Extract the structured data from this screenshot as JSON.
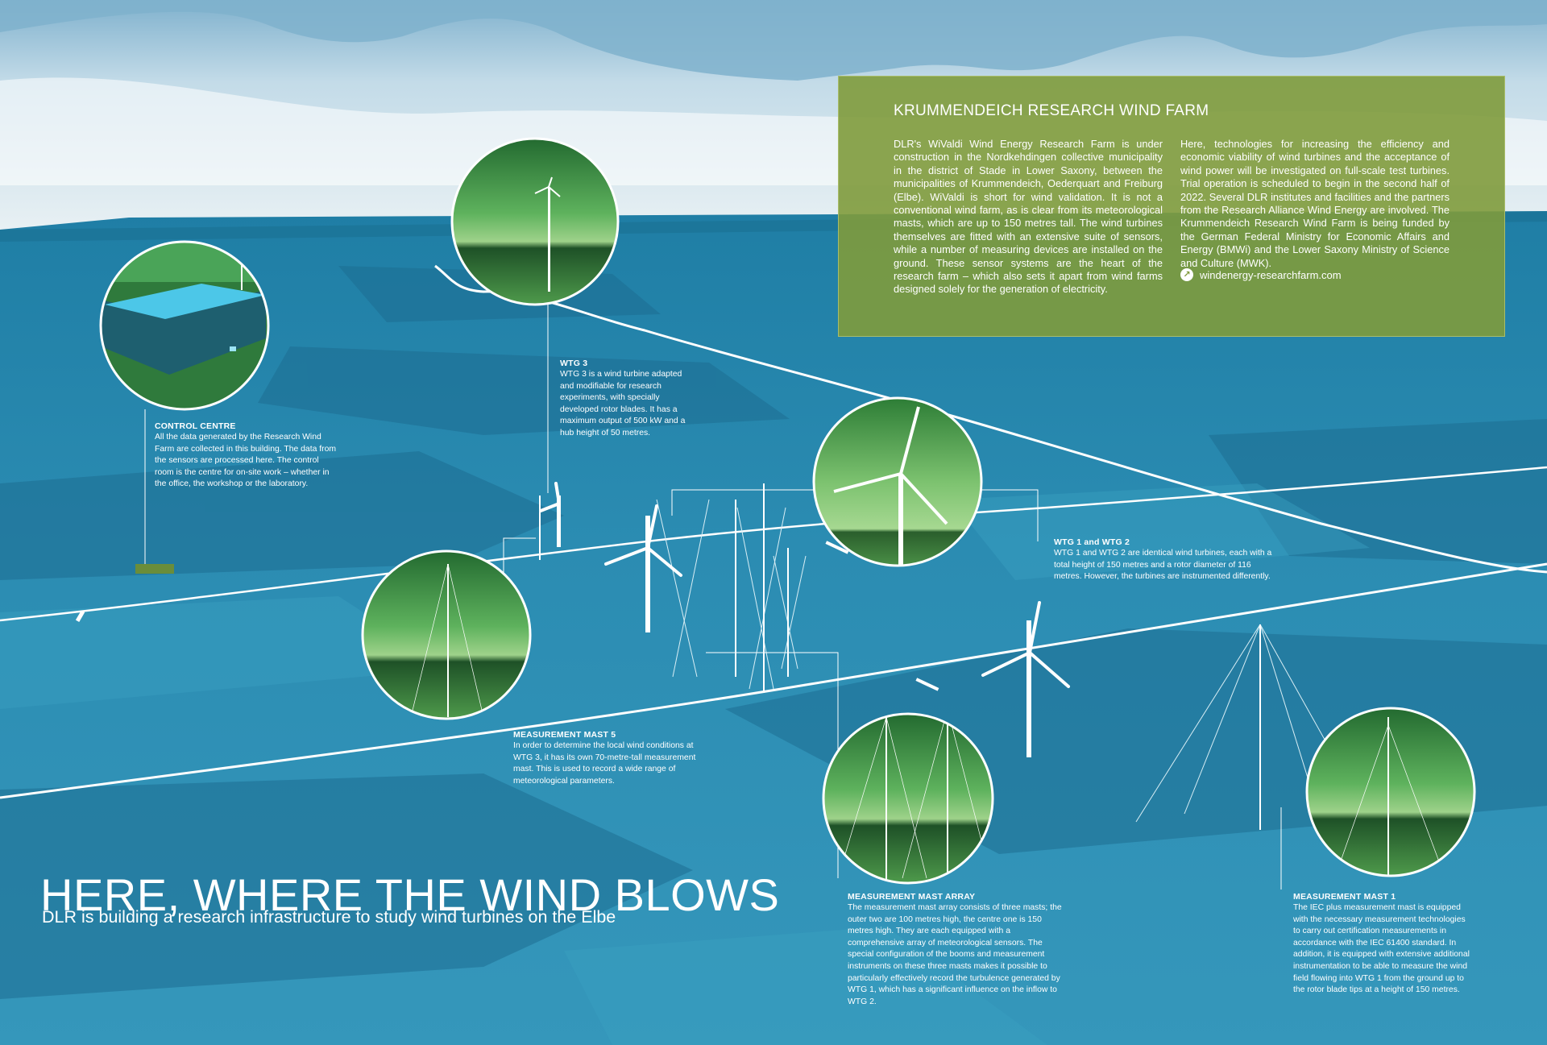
{
  "info_box": {
    "title": "KRUMMENDEICH RESEARCH WIND FARM",
    "column_1": "DLR's WiValdi Wind Energy Research Farm is under construction in the Nordkehdingen collective municipality in the district of Stade in Lower Saxony, between the municipalities of Krummendeich, Oederquart and Freiburg (Elbe). WiValdi is short for wind validation. It is not a conventional wind farm, as is clear from its meteorological masts, which are up to 150 metres tall. The wind turbines themselves are fitted with an extensive suite of sensors, while a number of measuring devices are installed on the ground. These sensor systems are the heart of the research farm – which also sets it apart from wind farms designed solely for the generation of electricity.",
    "column_2": "Here, technologies for increasing the efficiency and economic viability of wind turbines and the acceptance of wind power will be investigated on full-scale test turbines. Trial operation is scheduled to begin in the second half of 2022. Several DLR institutes and facilities and the partners from the Research Alliance Wind Energy are involved. The Krummendeich Research Wind Farm is being funded by the German Federal Ministry for Economic Affairs and Energy (BMWi) and the Lower Saxony Ministry of Science and Culture (MWK).",
    "link_text": "windenergy-researchfarm.com",
    "link_icon": "external-link-icon"
  },
  "annotations": {
    "control_centre": {
      "title": "CONTROL CENTRE",
      "text": "All the data generated by the Research Wind Farm are collected in this building. The data from the sensors are processed here. The control room is the centre for on-site work – whether in the office, the workshop or the laboratory."
    },
    "wtg3": {
      "title": "WTG 3",
      "text": "WTG 3 is a wind turbine adapted and modifiable for research experiments, with specially developed rotor blades. It has a maximum output of 500 kW and a hub height of 50 metres."
    },
    "wtg12": {
      "title": "WTG 1 and WTG 2",
      "text": "WTG 1 and WTG 2 are identical wind turbines, each with a total height of 150 metres and a rotor diameter of 116 metres. However, the turbines are instrumented differently."
    },
    "mast5": {
      "title": "MEASUREMENT MAST 5",
      "text": "In order to determine the local wind conditions at WTG 3, it has its own 70-metre-tall measurement mast. This is used to record a wide range of meteorological parameters."
    },
    "mast_array": {
      "title": "MEASUREMENT MAST ARRAY",
      "text": "The measurement mast array consists of three masts; the outer two are 100 metres high, the centre one is 150 metres high. They are each equipped with a comprehensive array of meteorological sensors. The special configuration of the booms and measurement instruments on these three masts makes it possible to particularly effectively record the turbulence generated by WTG 1, which has a significant influence on the inflow to WTG 2."
    },
    "mast1": {
      "title": "MEASUREMENT MAST 1",
      "text": "The IEC plus measurement mast is equipped with the necessary measurement technologies to carry out certification measurements in accordance with the IEC 61400 standard. In addition, it is equipped with extensive additional instrumentation to be able to measure the wind field flowing into WTG 1 from the ground up to the rotor blade tips at a height of 150 metres."
    }
  },
  "headline": "HERE, WHERE THE WIND BLOWS",
  "subheadline": "DLR is building a research infrastructure to study wind turbines on the Elbe",
  "colors": {
    "sky": "#bcd7e6",
    "sea": "#2a84a8",
    "panel_green": "#80993c",
    "circle_green": "#4a9a4e",
    "text": "#ffffff"
  }
}
